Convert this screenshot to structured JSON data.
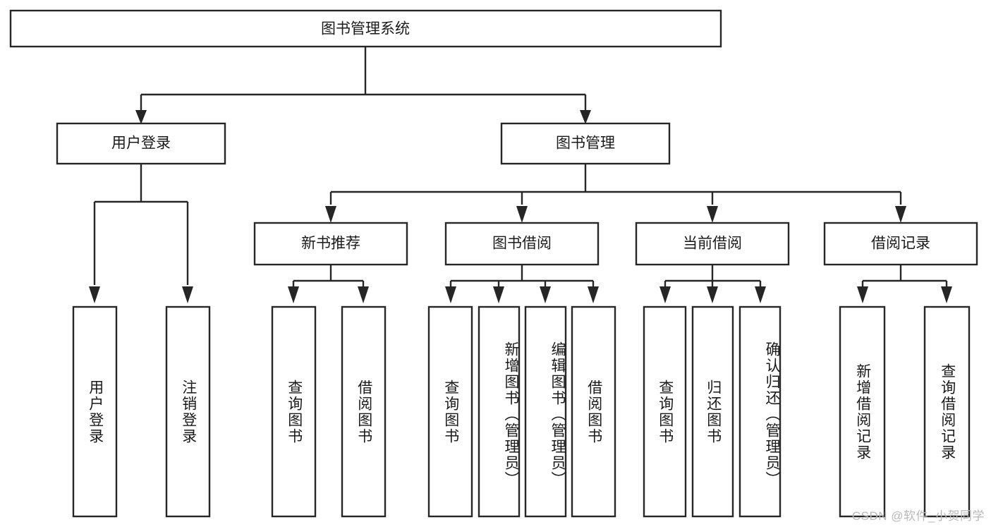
{
  "diagram": {
    "type": "tree-hierarchy",
    "title": "图书管理系统",
    "watermark": "CSDN @软件_小贺同学",
    "colors": {
      "stroke": "#262626",
      "fill": "#ffffff",
      "text": "#1a1a1a",
      "watermark": "#b8b8b8"
    },
    "levels": {
      "root": {
        "label": "图书管理系统"
      },
      "level2": [
        {
          "id": "user-login",
          "label": "用户登录"
        },
        {
          "id": "book-manage",
          "label": "图书管理"
        }
      ],
      "level3": [
        {
          "id": "new-book-recommend",
          "label": "新书推荐",
          "parent": "book-manage"
        },
        {
          "id": "book-borrow",
          "label": "图书借阅",
          "parent": "book-manage"
        },
        {
          "id": "current-borrow",
          "label": "当前借阅",
          "parent": "book-manage"
        },
        {
          "id": "borrow-record",
          "label": "借阅记录",
          "parent": "book-manage"
        }
      ],
      "leaves": [
        {
          "id": "leaf-user-login",
          "label": "用户登录",
          "parent": "user-login"
        },
        {
          "id": "leaf-logout",
          "label": "注销登录",
          "parent": "user-login"
        },
        {
          "id": "leaf-query-book-1",
          "label": "查询图书",
          "parent": "new-book-recommend"
        },
        {
          "id": "leaf-borrow-book-1",
          "label": "借阅图书",
          "parent": "new-book-recommend"
        },
        {
          "id": "leaf-query-book-2",
          "label": "查询图书",
          "parent": "book-borrow"
        },
        {
          "id": "leaf-add-book",
          "label": "新增图书（管理员）",
          "parent": "book-borrow"
        },
        {
          "id": "leaf-edit-book",
          "label": "编辑图书（管理员）",
          "parent": "book-borrow"
        },
        {
          "id": "leaf-borrow-book-2",
          "label": "借阅图书",
          "parent": "book-borrow"
        },
        {
          "id": "leaf-query-book-3",
          "label": "查询图书",
          "parent": "current-borrow"
        },
        {
          "id": "leaf-return-book",
          "label": "归还图书",
          "parent": "current-borrow"
        },
        {
          "id": "leaf-confirm-return",
          "label": "确认归还（管理员）",
          "parent": "current-borrow"
        },
        {
          "id": "leaf-add-record",
          "label": "新增借阅记录",
          "parent": "borrow-record"
        },
        {
          "id": "leaf-query-record",
          "label": "查询借阅记录",
          "parent": "borrow-record"
        }
      ]
    }
  }
}
